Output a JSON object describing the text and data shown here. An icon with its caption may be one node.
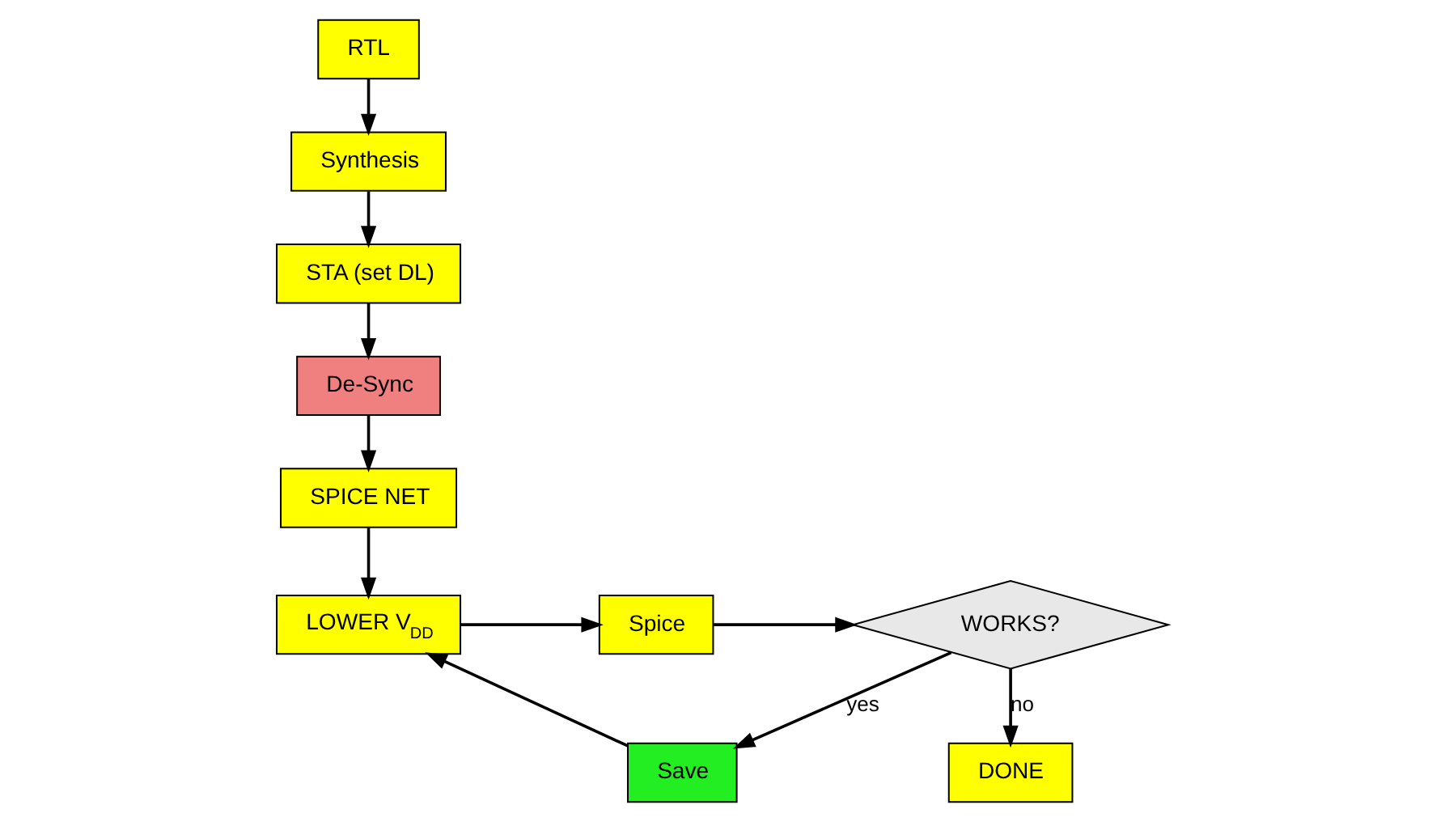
{
  "diagram": {
    "nodes": [
      {
        "text": [
          "RTL"
        ]
      },
      {
        "text": [
          "Synthesis"
        ]
      },
      {
        "text": [
          "STA (set DL)"
        ]
      },
      {
        "text": [
          "De-Sync"
        ]
      },
      {
        "text": [
          "SPICE NET"
        ]
      },
      {
        "text": [
          "LOWER V$_{DD}$"
        ]
      },
      {
        "text": [
          "Spice"
        ]
      },
      {
        "text": [
          "WORKS?"
        ]
      },
      {
        "text": [
          "Save"
        ]
      },
      {
        "text": [
          "DONE"
        ]
      }
    ],
    "edges": [
      {
        "from": 0,
        "to": 1,
        "arrow": "to"
      },
      {
        "from": 1,
        "to": 2,
        "arrow": "to"
      },
      {
        "from": 2,
        "to": 3,
        "arrow": "to"
      },
      {
        "from": 3,
        "to": 4,
        "arrow": "to"
      },
      {
        "from": 4,
        "to": 5,
        "arrow": "to"
      },
      {
        "from": 5,
        "to": 6,
        "arrow": "to"
      },
      {
        "from": 6,
        "to": 7,
        "arrow": "to"
      },
      {
        "from": 7,
        "to": 8,
        "arrow": "to",
        "label": "yes"
      },
      {
        "from": 8,
        "to": 5,
        "arrow": "to"
      },
      {
        "from": 7,
        "to": 9,
        "arrow": "to",
        "label": "no"
      }
    ]
  }
}
